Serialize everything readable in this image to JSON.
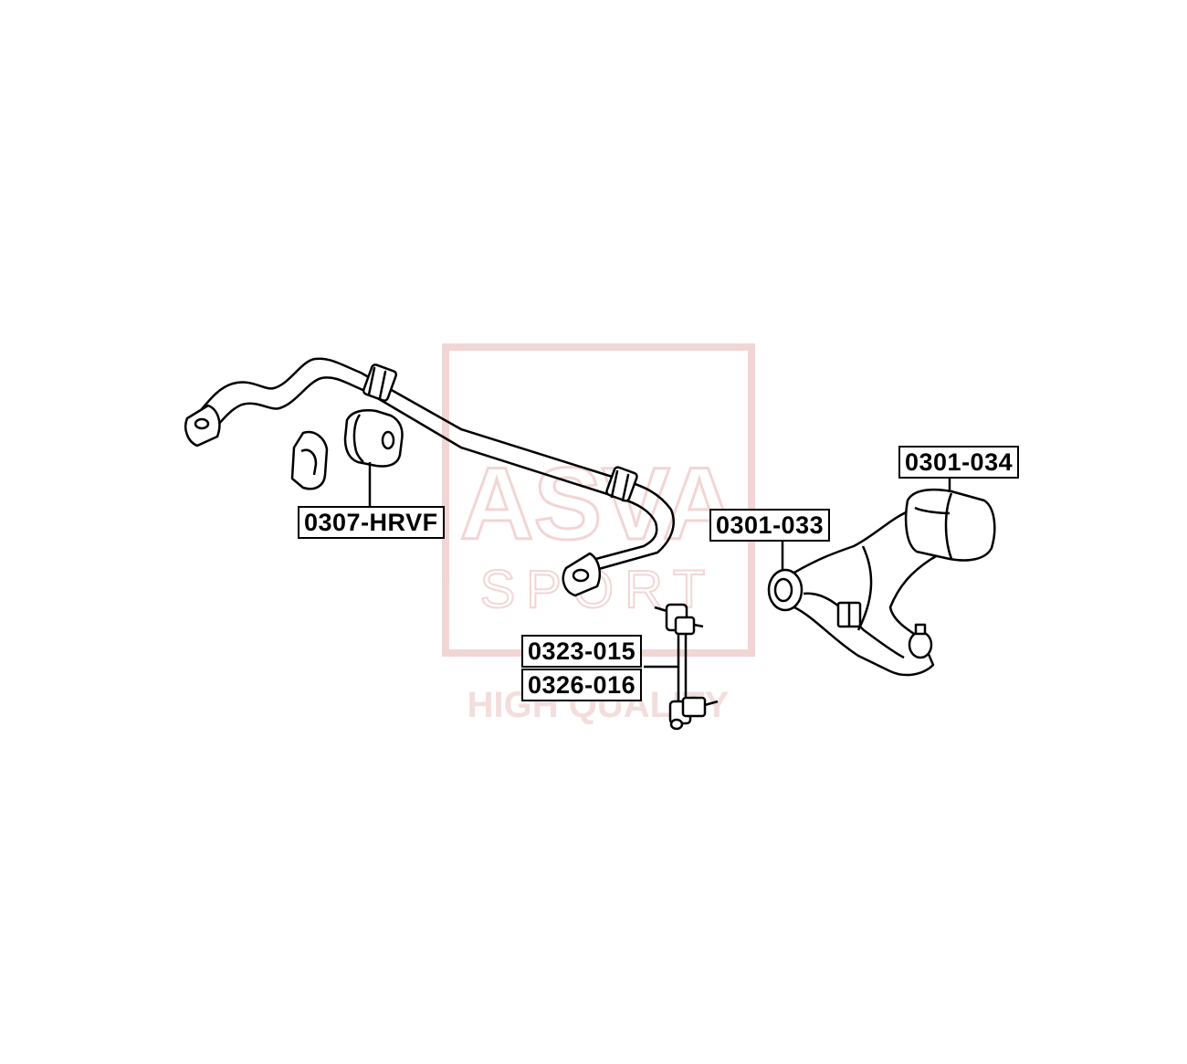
{
  "watermark": {
    "brand_text": "ASVA",
    "sub_text": "SPORT",
    "tagline": "HIGH QUALITY",
    "color": "#e8b4b4"
  },
  "labels": {
    "stabilizer_bushing": "0307-HRVF",
    "lower_arm_front_bushing": "0301-033",
    "lower_arm_rear_bushing": "0301-034",
    "stabilizer_link_a": "0323-015",
    "stabilizer_link_b": "0326-016"
  },
  "colors": {
    "line": "#000000",
    "background": "#ffffff"
  }
}
